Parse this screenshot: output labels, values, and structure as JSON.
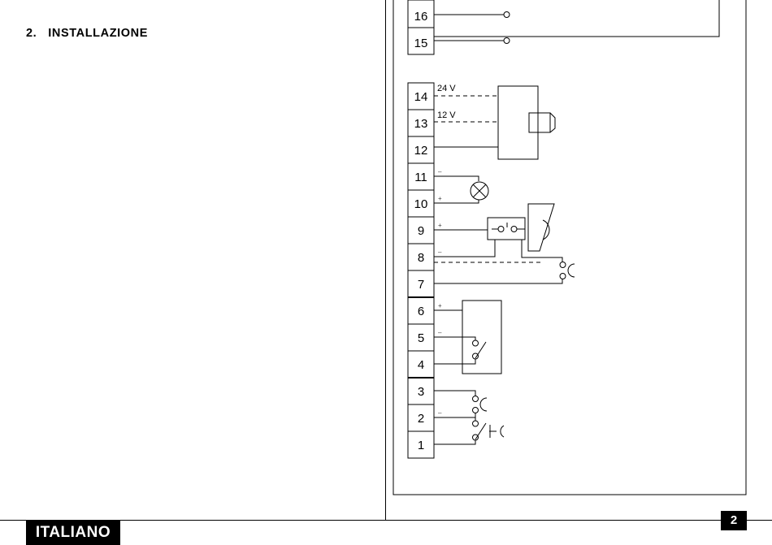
{
  "section": {
    "number": "2.",
    "title": "INSTALLAZIONE"
  },
  "footer": {
    "language": "ITALIANO",
    "page_number": "2"
  },
  "terminals": [
    "16",
    "15",
    "14",
    "13",
    "12",
    "11",
    "10",
    "9",
    "8",
    "7",
    "6",
    "5",
    "4",
    "3",
    "2",
    "1"
  ],
  "voltage_labels": {
    "v24": "24 V",
    "v12": "12 V"
  },
  "polarity": {
    "minus": "–",
    "plus": "+"
  }
}
